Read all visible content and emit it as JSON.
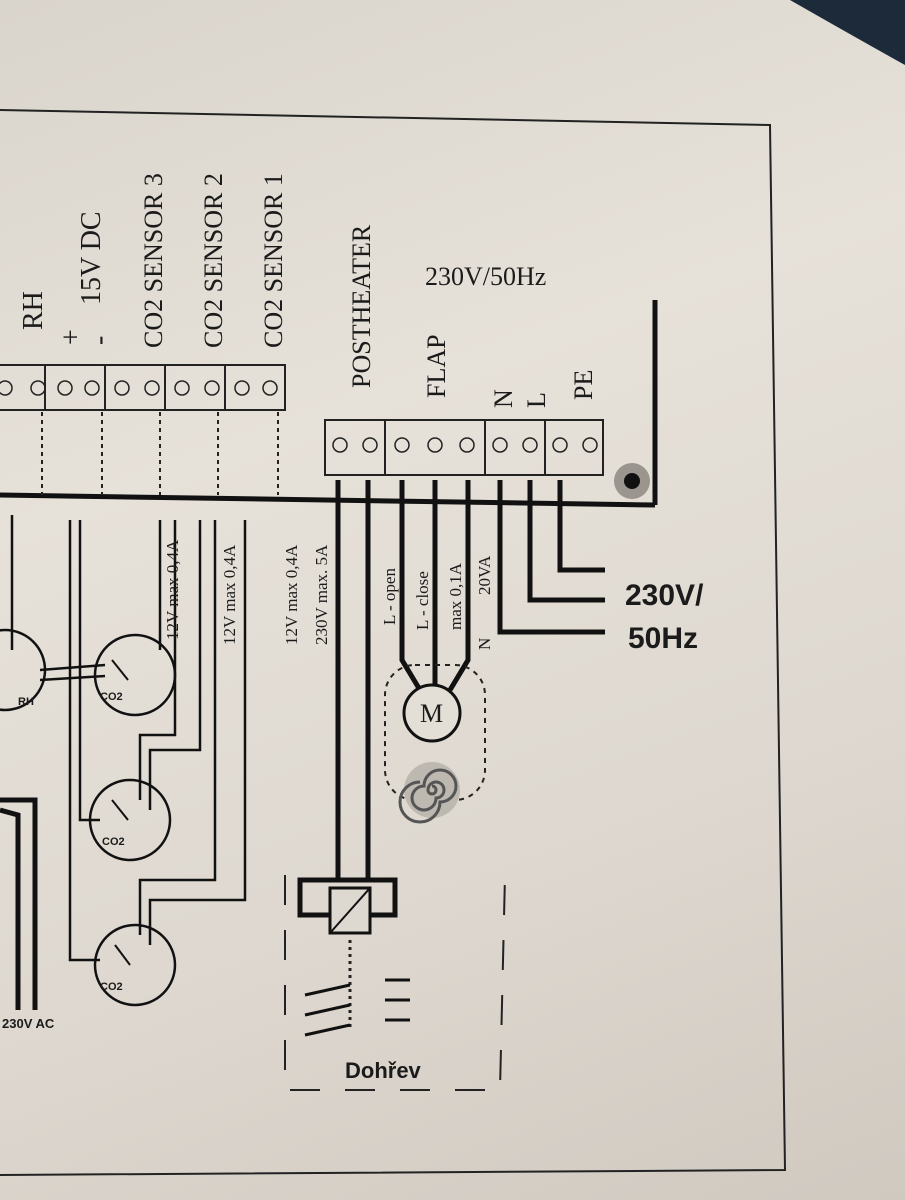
{
  "terminal_labels": {
    "rh": "RH",
    "dc_plus": "+",
    "dc_minus": "-",
    "dc_voltage": "15V DC",
    "co2_sensor_3": "CO2 SENSOR 3",
    "co2_sensor_2": "CO2 SENSOR 2",
    "co2_sensor_1": "CO2 SENSOR 1",
    "postheater": "POSTHEATER",
    "flap": "FLAP",
    "neutral": "N",
    "line": "L",
    "protective_earth": "PE",
    "supply_rating": "230V/50Hz"
  },
  "wire_labels": {
    "sensor3_rating": "12V max 0,4A",
    "sensor2_rating": "12V max 0,4A",
    "sensor1_rating": "12V max 0,4A",
    "postheater_rating": "230V max. 5A",
    "flap_open": "L - open",
    "flap_close": "L - close",
    "flap_current": "max 0,1A",
    "flap_power": "20VA",
    "flap_neutral": "N"
  },
  "supply": {
    "line1": "230V/",
    "line2": "50Hz"
  },
  "components": {
    "motor": "M",
    "rh_sensor": "RH",
    "co2": "CO2",
    "heater_name": "Dohřev",
    "ac_label": "230V AC"
  }
}
